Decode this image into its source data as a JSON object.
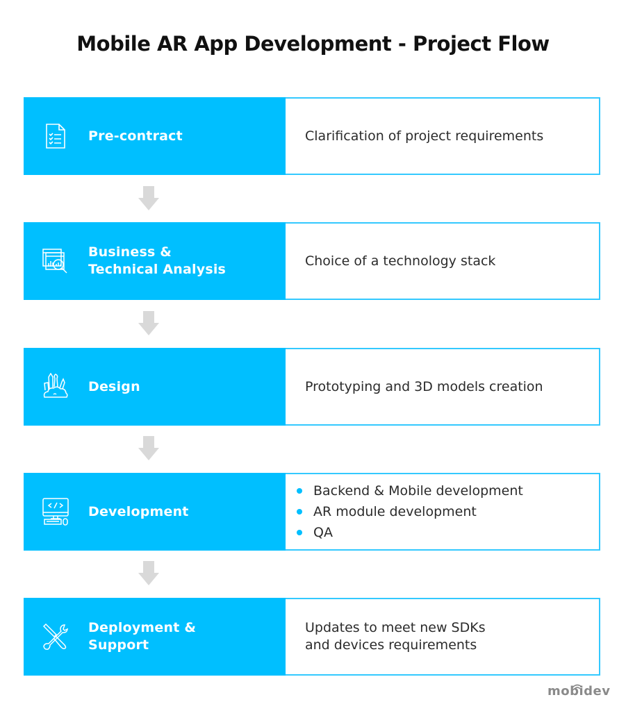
{
  "title": "Mobile AR App Development - Project Flow",
  "colors": {
    "accent": "#00bfff",
    "border": "#33c9ff",
    "arrow": "#d9d9d9",
    "text": "#2b2b2b",
    "logo": "#8a8a8a"
  },
  "stages": [
    {
      "icon": "document-checklist-icon",
      "label_lines": [
        "Pre-contract"
      ],
      "description": "Clarification of project requirements"
    },
    {
      "icon": "analytics-magnifier-icon",
      "label_lines": [
        "Business &",
        "Technical Analysis"
      ],
      "description": "Choice of a technology stack"
    },
    {
      "icon": "design-tools-icon",
      "label_lines": [
        "Design"
      ],
      "description": "Prototyping and 3D models creation"
    },
    {
      "icon": "computer-code-icon",
      "label_lines": [
        "Development"
      ],
      "bullets": [
        "Backend & Mobile development",
        "AR module development",
        "QA"
      ]
    },
    {
      "icon": "wrench-screwdriver-icon",
      "label_lines": [
        "Deployment &",
        "Support"
      ],
      "description_lines": [
        "Updates to meet new SDKs",
        "and devices requirements"
      ]
    }
  ],
  "logo": "mobidev"
}
